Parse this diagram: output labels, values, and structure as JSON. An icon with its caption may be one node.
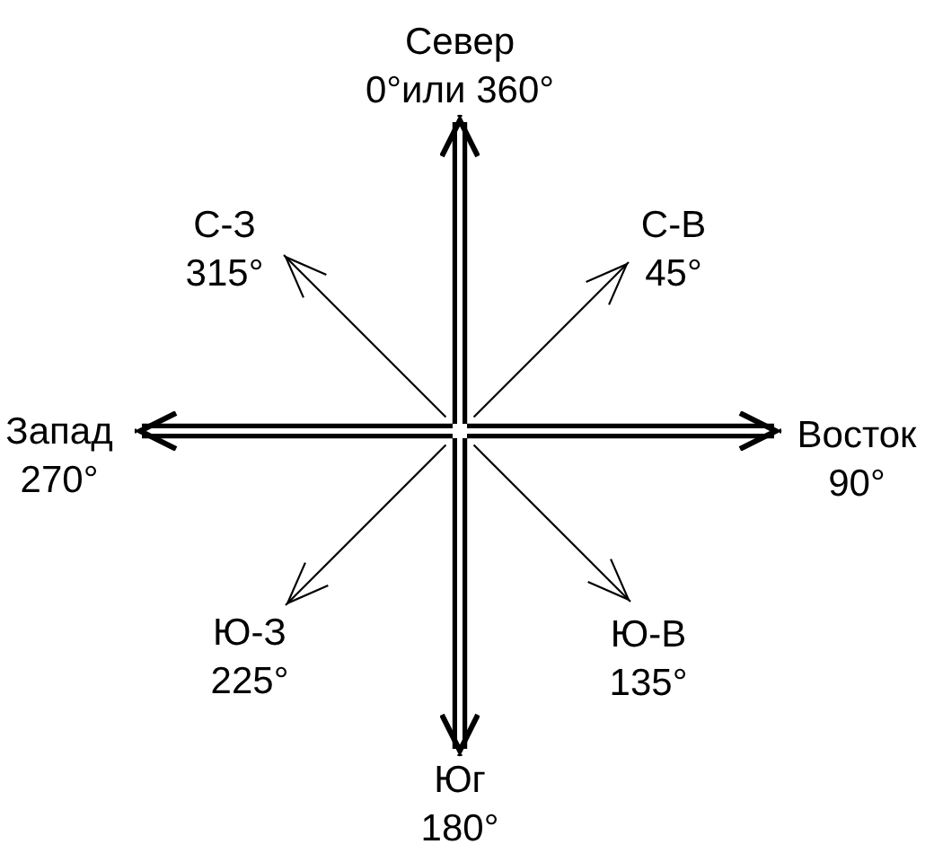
{
  "diagram": {
    "nodes": [
      {
        "text": [
          "Север",
          "0°или 360°"
        ]
      },
      {
        "text": [
          "С-З",
          "315°"
        ]
      },
      {
        "text": [
          "С-В",
          "45°"
        ]
      },
      {
        "text": [
          "Запад",
          "270°"
        ]
      },
      {
        "text": [
          "Восток",
          "90°"
        ]
      },
      {
        "text": [
          "Ю-З",
          "225°"
        ]
      },
      {
        "text": [
          "Ю-В",
          "135°"
        ]
      },
      {
        "text": [
          "Юг",
          "180°"
        ]
      }
    ],
    "edges": [
      {
        "from": null,
        "to": 0,
        "arrow": "to",
        "style": "thick"
      },
      {
        "from": null,
        "to": 1,
        "arrow": "to"
      },
      {
        "from": null,
        "to": 2,
        "arrow": "to"
      },
      {
        "from": null,
        "to": 3,
        "arrow": "to",
        "style": "thick"
      },
      {
        "from": null,
        "to": 4,
        "arrow": "to",
        "style": "thick"
      },
      {
        "from": null,
        "to": 5,
        "arrow": "to"
      },
      {
        "from": null,
        "to": 6,
        "arrow": "to"
      },
      {
        "from": null,
        "to": 7,
        "arrow": "to",
        "style": "thick"
      }
    ]
  }
}
